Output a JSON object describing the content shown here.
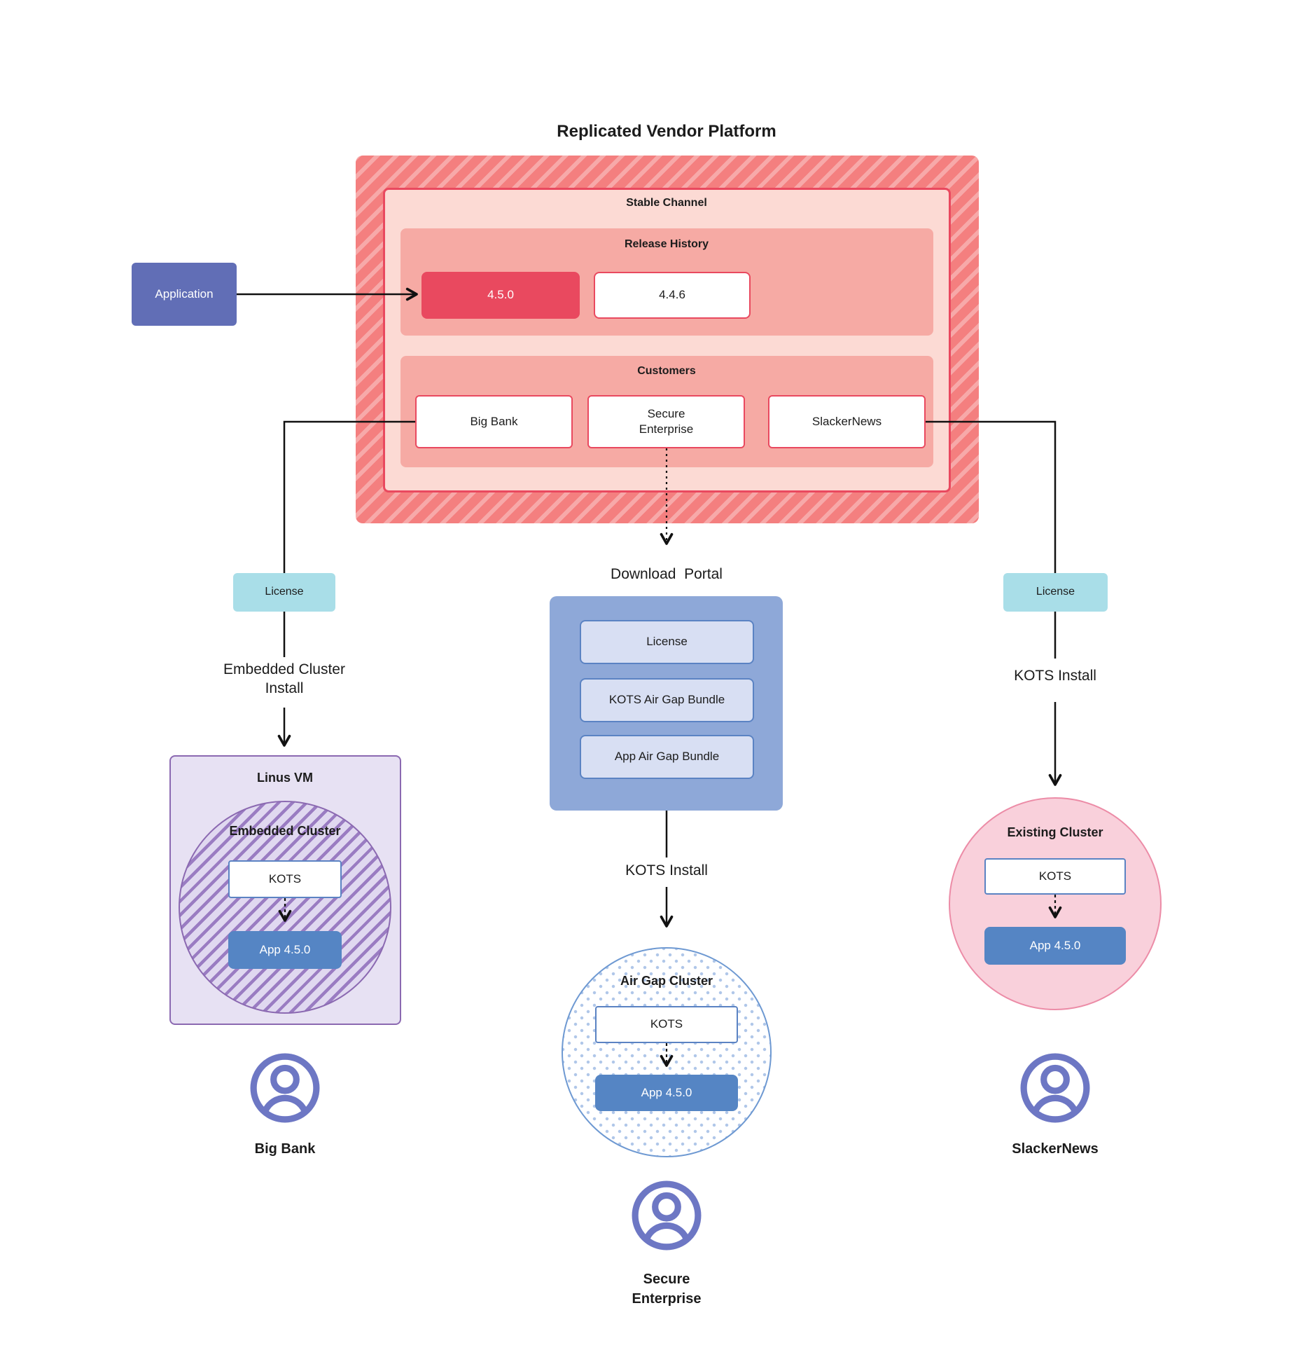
{
  "title": "Replicated Vendor Platform",
  "platform": {
    "stable_channel_label": "Stable Channel",
    "release_history_label": "Release History",
    "releases": [
      {
        "version": "4.5.0"
      },
      {
        "version": "4.4.6"
      }
    ],
    "customers_label": "Customers",
    "customers": [
      "Big Bank",
      "Secure Enterprise",
      "SlackerNews"
    ]
  },
  "application_label": "Application",
  "left": {
    "license_label": "License",
    "install_label": "Embedded Cluster Install",
    "vm_label": "Linus VM",
    "cluster_label": "Embedded Cluster",
    "kots_label": "KOTS",
    "app_label": "App 4.5.0",
    "user_label": "Big Bank"
  },
  "middle": {
    "portal_label": "Download  Portal",
    "portal_items": [
      "License",
      "KOTS Air Gap Bundle",
      "App Air Gap Bundle"
    ],
    "install_label": "KOTS Install",
    "cluster_label": "Air Gap Cluster",
    "kots_label": "KOTS",
    "app_label": "App 4.5.0",
    "user_label": "Secure Enterprise"
  },
  "right": {
    "license_label": "License",
    "install_label": "KOTS Install",
    "cluster_label": "Existing Cluster",
    "kots_label": "KOTS",
    "app_label": "App 4.5.0",
    "user_label": "SlackerNews"
  },
  "colors": {
    "ink": "#1c1c1c",
    "line": "#111111",
    "red-accent": "#e9495f",
    "red-hatch-base": "#f47f7f",
    "red-hatch-stripe": "#f7a9a9",
    "pink-light": "#fcdad4",
    "salmon": "#f6aaa4",
    "indigo": "#616eb6",
    "teal": "#a9dee8",
    "portal-blue": "#8ea8d8",
    "portal-item": "#d8dff3",
    "blue-border": "#5b83c3",
    "app-blue": "#5585c4",
    "purple-border": "#8b69b1",
    "purple-fill": "#e7e1f3",
    "purple-stripe": "#9a7cc2",
    "purple-stripe-gap": "#e0d8f0",
    "pink-circle-fill": "#f9d0db",
    "pink-circle-border": "#ec8ca7",
    "circle-blue-border": "#6e99d2",
    "dot-blue": "#b0c7e9",
    "person-purple": "#6d77c4"
  }
}
